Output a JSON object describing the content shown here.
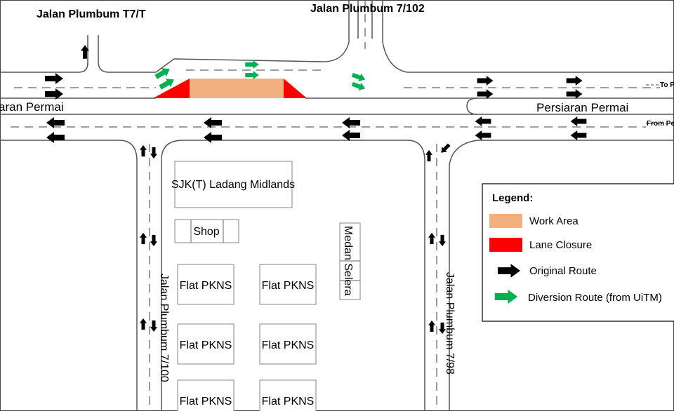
{
  "roads": {
    "t7t": "Jalan Plumbum T7/T",
    "r7_102": "Jalan Plumbum 7/102",
    "main_left": "aran Permai",
    "main_right": "Persiaran Permai",
    "to_label": "To P",
    "from_label": "From Pe",
    "r7_100": "Jalan Plumbum 7/100",
    "r7_98": "Jalan Plumbum 7/98"
  },
  "buildings": {
    "school": "SJK(T) Ladang Midlands",
    "shop": "Shop",
    "flat": "Flat PKNS",
    "medan_selera": "Medan Selera"
  },
  "legend": {
    "title": "Legend:",
    "items": [
      {
        "label": "Work Area",
        "color": "#F0B07F"
      },
      {
        "label": "Lane Closure",
        "color": "#FF0000"
      },
      {
        "label": "Original Route",
        "color": "#000000"
      },
      {
        "label": "Diversion Route (from UiTM)",
        "color": "#00B050"
      }
    ]
  },
  "colors": {
    "work_area": "#F0B07F",
    "closure": "#FF0000",
    "original": "#000000",
    "diversion": "#00B050"
  }
}
